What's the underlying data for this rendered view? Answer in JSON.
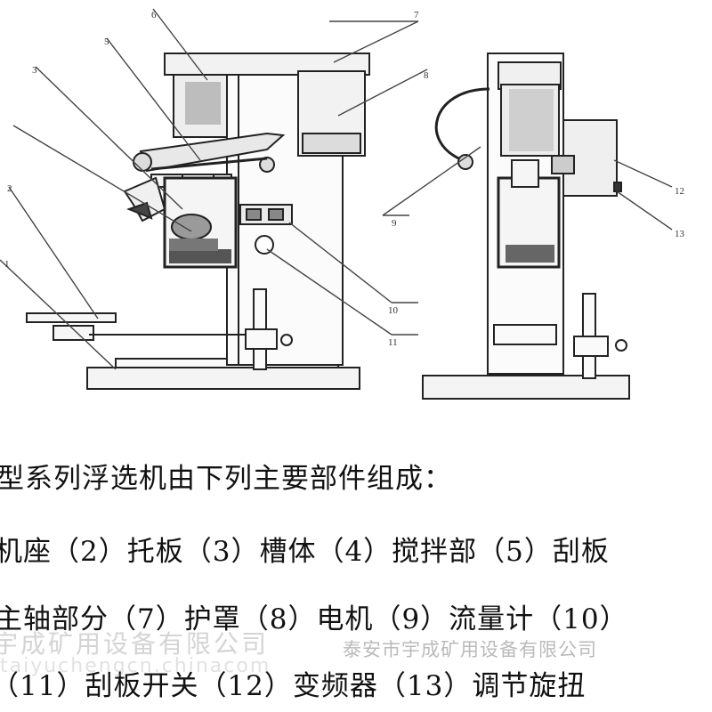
{
  "diagram": {
    "callouts": [
      "6",
      "5",
      "3",
      "7",
      "8",
      "2",
      "1",
      "10",
      "11",
      "9",
      "12",
      "13"
    ]
  },
  "caption": {
    "line0": "型系列浮选机由下列主要部件组成：",
    "line1": "机座（2）托板（3）槽体（4）搅拌部（5）刮板",
    "line2": "主轴部分（7）护罩（8）电机（9）流量计（10）",
    "line3": "（11）刮板开关（12）变频器（13）调节旋扭"
  },
  "watermark": {
    "company_left": "宇成矿用设备有限公司",
    "company_right": "泰安市宇成矿用设备有限公司",
    "url": "taiyuchengcn.chinacom"
  }
}
